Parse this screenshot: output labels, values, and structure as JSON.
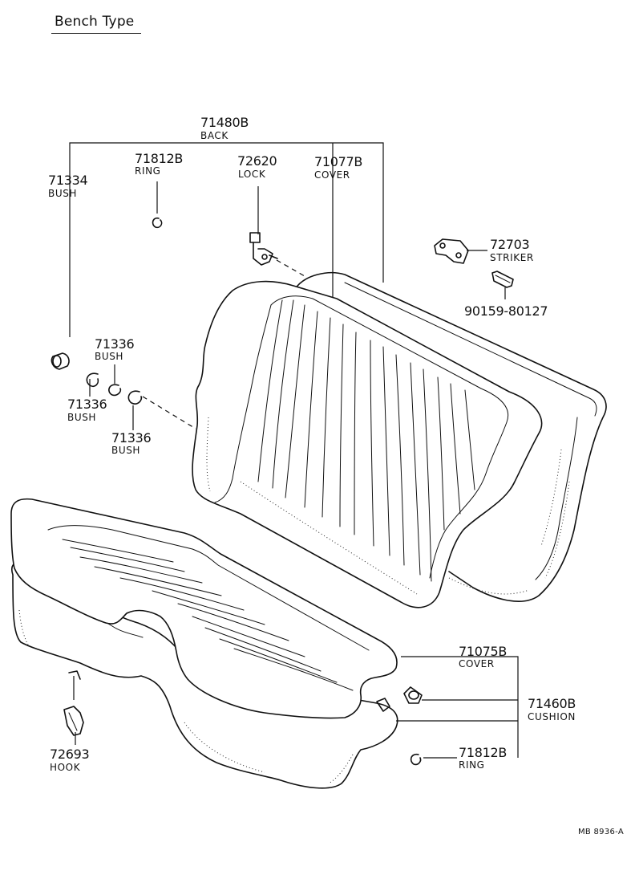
{
  "title": "Bench Type",
  "reference": "MB  8936-A",
  "callouts": {
    "back": {
      "part_no": "71480B",
      "name": "BACK"
    },
    "ring_top": {
      "part_no": "71812B",
      "name": "RING"
    },
    "lock": {
      "part_no": "72620",
      "name": "LOCK"
    },
    "cover_back": {
      "part_no": "71077B",
      "name": "COVER"
    },
    "bush_top": {
      "part_no": "71334",
      "name": "BUSH"
    },
    "striker": {
      "part_no": "72703",
      "name": "STRIKER"
    },
    "bolt": {
      "part_no": "90159-80127"
    },
    "bush_a": {
      "part_no": "71336",
      "name": "BUSH"
    },
    "bush_b": {
      "part_no": "71336",
      "name": "BUSH"
    },
    "bush_c": {
      "part_no": "71336",
      "name": "BUSH"
    },
    "cover_cushion": {
      "part_no": "71075B",
      "name": "COVER"
    },
    "cushion": {
      "part_no": "71460B",
      "name": "CUSHION"
    },
    "ring_bottom": {
      "part_no": "71812B",
      "name": "RING"
    },
    "hook": {
      "part_no": "72693",
      "name": "HOOK"
    }
  }
}
